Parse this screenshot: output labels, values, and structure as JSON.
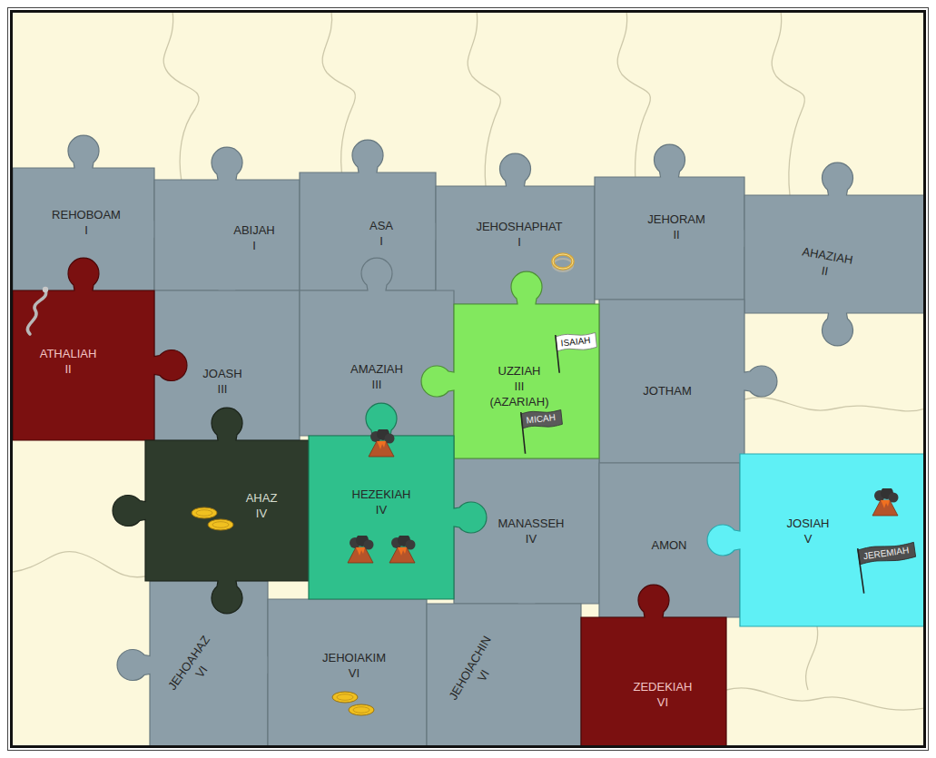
{
  "diagram": {
    "nodes": [
      {
        "text": [
          "REHOBOAM",
          "I"
        ]
      },
      {
        "text": [
          "ABIJAH",
          "I"
        ]
      },
      {
        "text": [
          "ASA",
          "I"
        ]
      },
      {
        "text": [
          "JEHOSHAPHAT",
          "I"
        ]
      },
      {
        "text": [
          "JEHORAM",
          "II"
        ]
      },
      {
        "text": [
          "AHAZIAH",
          "II"
        ]
      },
      {
        "text": [
          "ATHALIAH",
          "II"
        ]
      },
      {
        "text": [
          "JOASH",
          "III"
        ]
      },
      {
        "text": [
          "AMAZIAH",
          "III"
        ]
      },
      {
        "text": [
          "UZZIAH",
          "III",
          "(AZARIAH)"
        ]
      },
      {
        "text": [
          "ISAIAH"
        ],
        "in": 9
      },
      {
        "text": [
          "MICAH"
        ],
        "in": 9
      },
      {
        "text": [
          "JOTHAM"
        ]
      },
      {
        "text": [
          "AHAZ",
          "IV"
        ]
      },
      {
        "text": [
          "HEZEKIAH",
          "IV"
        ]
      },
      {
        "text": [
          "MANASSEH",
          "IV"
        ]
      },
      {
        "text": [
          "AMON"
        ]
      },
      {
        "text": [
          "JOSIAH",
          "V"
        ]
      },
      {
        "text": [
          "JEREMIAH"
        ],
        "in": 17
      },
      {
        "text": [
          "JEHOAHAZ",
          "VI"
        ]
      },
      {
        "text": [
          "JEHOIAKIM",
          "VI"
        ]
      },
      {
        "text": [
          "JEHOIACHIN",
          "VI"
        ]
      },
      {
        "text": [
          "ZEDEKIAH",
          "VI"
        ]
      }
    ]
  }
}
